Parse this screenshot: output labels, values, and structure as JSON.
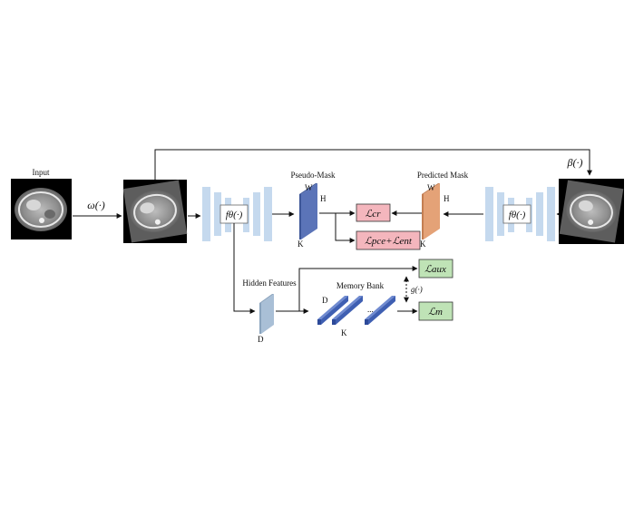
{
  "labels": {
    "input": "Input",
    "omega": "ω(·)",
    "beta": "β(·)",
    "f_left": "fθ(·)",
    "f_right": "fθ(·)",
    "pseudo_mask": "Pseudo-Mask",
    "predicted_mask": "Predicted Mask",
    "hidden_features": "Hidden Features",
    "memory_bank": "Memory Bank",
    "g": "g(·)",
    "dims": {
      "W": "W",
      "H": "H",
      "K": "K",
      "D": "D",
      "ellipsis": "..."
    }
  },
  "losses": {
    "cr": "ℒcr",
    "pce_ent": "ℒpce+ℒent",
    "aux": "ℒaux",
    "m": "ℒm"
  },
  "colors": {
    "encoder_block": "#c5d9ee",
    "pseudo_mask": "#5b74b8",
    "predicted_mask": "#e4a277",
    "hidden_features": "#a9bfd6",
    "memory_slab": "#3f5fb2",
    "loss_red": "#f4b6bd",
    "loss_green": "#bfe3b6"
  }
}
